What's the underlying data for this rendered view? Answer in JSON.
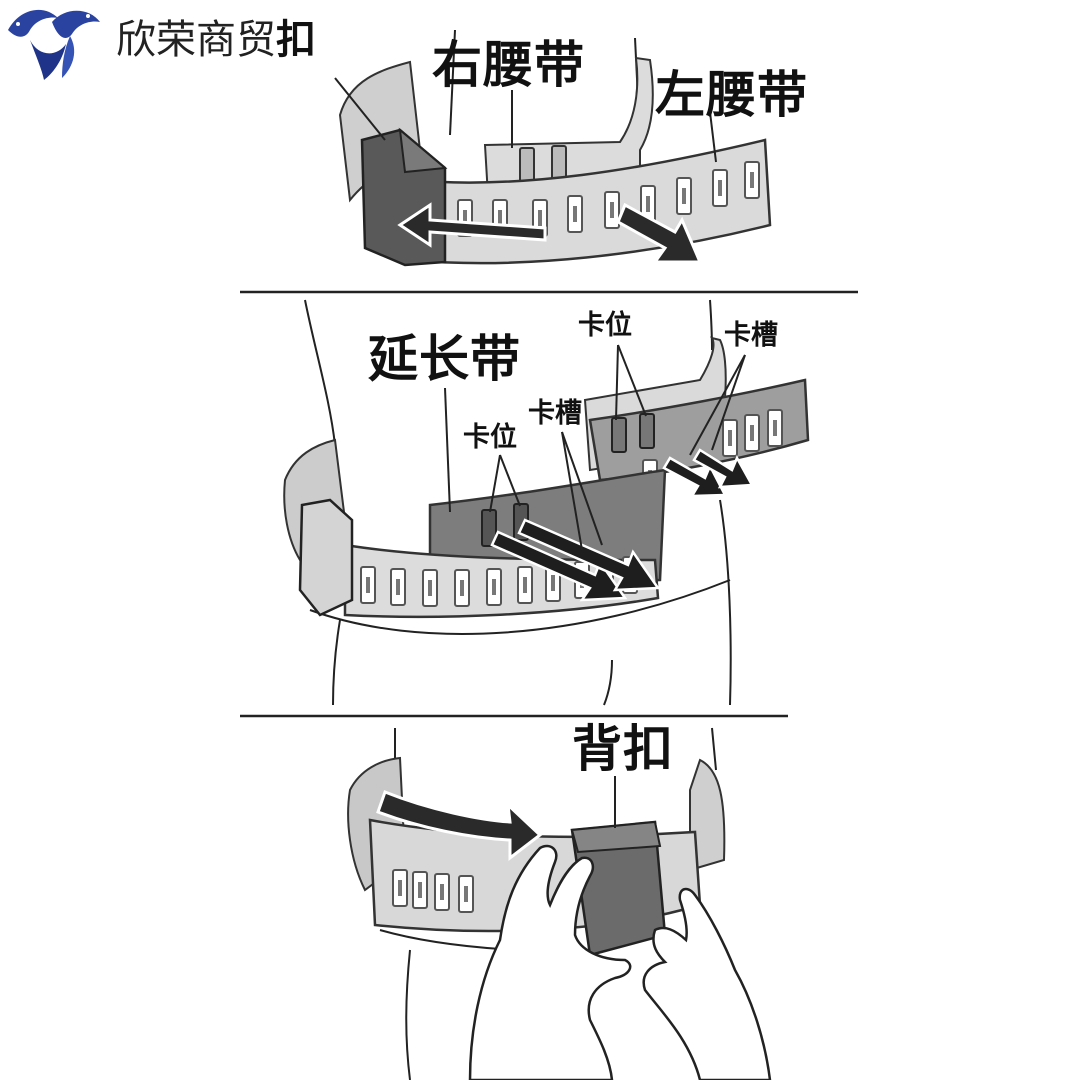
{
  "brand": {
    "name": "欣荣商贸",
    "suffix": "扣",
    "logo_icon": "dolphins-logo-icon"
  },
  "panels": {
    "top": {
      "right_waistband": "右腰带",
      "left_waistband": "左腰带"
    },
    "middle": {
      "extension_band": "延长带",
      "tab_upper": "卡位",
      "slot_upper": "卡槽",
      "tab_lower": "卡位",
      "slot_lower": "卡槽"
    },
    "bottom": {
      "back_buckle": "背扣"
    }
  },
  "colors": {
    "ink": "#111111",
    "belt_light": "#d9d9d9",
    "belt_mid": "#a8a8a8",
    "buckle_dark": "#595959",
    "logo_blue": "#2a43a0"
  }
}
